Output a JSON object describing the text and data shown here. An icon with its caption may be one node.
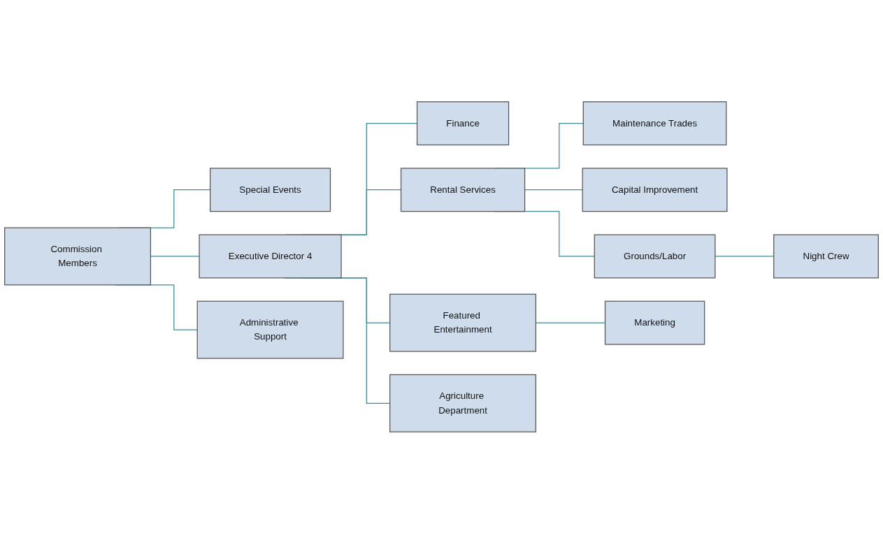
{
  "diagram": {
    "nodes": [
      {
        "text": [
          "Commission Members"
        ]
      },
      {
        "text": [
          "Special Events"
        ]
      },
      {
        "text": [
          "Executive Director 4"
        ]
      },
      {
        "text": [
          "Administrative Support"
        ]
      },
      {
        "text": [
          "Finance"
        ]
      },
      {
        "text": [
          "Rental Services"
        ]
      },
      {
        "text": [
          "Featured Entertainment"
        ]
      },
      {
        "text": [
          "Agriculture Department"
        ]
      },
      {
        "text": [
          "Maintenance Trades"
        ]
      },
      {
        "text": [
          "Capital Improvement"
        ]
      },
      {
        "text": [
          "Grounds/Labor"
        ]
      },
      {
        "text": [
          "Night Crew"
        ]
      },
      {
        "text": [
          "Marketing"
        ]
      }
    ],
    "edges": [
      {
        "from": 0,
        "to": 1,
        "arrow": "none"
      },
      {
        "from": 0,
        "to": 2,
        "arrow": "none"
      },
      {
        "from": 0,
        "to": 3,
        "arrow": "none"
      },
      {
        "from": 2,
        "to": 4,
        "arrow": "none"
      },
      {
        "from": 2,
        "to": 5,
        "arrow": "none"
      },
      {
        "from": 2,
        "to": 6,
        "arrow": "none"
      },
      {
        "from": 2,
        "to": 7,
        "arrow": "none"
      },
      {
        "from": 5,
        "to": 8,
        "arrow": "none"
      },
      {
        "from": 5,
        "to": 9,
        "arrow": "none"
      },
      {
        "from": 5,
        "to": 10,
        "arrow": "none"
      },
      {
        "from": 10,
        "to": 11,
        "arrow": "none"
      },
      {
        "from": 6,
        "to": 12,
        "arrow": "none"
      }
    ]
  }
}
